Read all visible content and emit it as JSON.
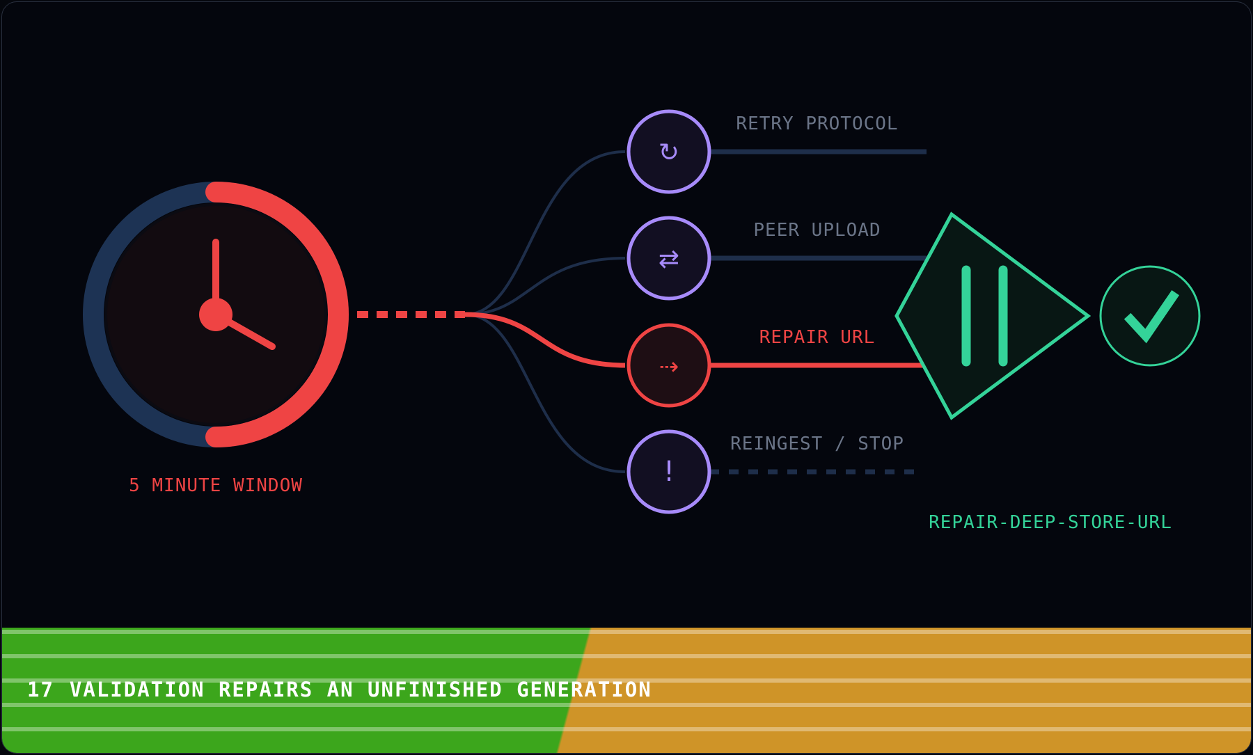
{
  "timer": {
    "label": "5 MINUTE WINDOW",
    "elapsed_fraction": 0.5
  },
  "branches": [
    {
      "label": "RETRY PROTOCOL",
      "icon": "retry-icon",
      "glyph": "↻",
      "state": "inactive"
    },
    {
      "label": "PEER UPLOAD",
      "icon": "swap-arrows-icon",
      "glyph": "⇄",
      "state": "inactive"
    },
    {
      "label": "REPAIR URL",
      "icon": "dashed-arrow-icon",
      "glyph": "⇢",
      "state": "active"
    },
    {
      "label": "REINGEST / STOP",
      "icon": "exclamation-icon",
      "glyph": "!",
      "state": "inactive"
    }
  ],
  "gate": {
    "icon": "pause-icon"
  },
  "result": {
    "icon": "checkmark-icon",
    "label": "REPAIR-DEEP-STORE-URL"
  },
  "footer": {
    "number": "17",
    "title": "VALIDATION REPAIRS AN UNFINISHED GENERATION"
  },
  "colors": {
    "background": "#04060d",
    "active": "#ef4444",
    "inactive_line": "#1e2e4a",
    "node_ring": "#a78bfa",
    "success": "#34d399",
    "footer_green": "#3ca61c",
    "footer_amber": "#cf9428"
  }
}
